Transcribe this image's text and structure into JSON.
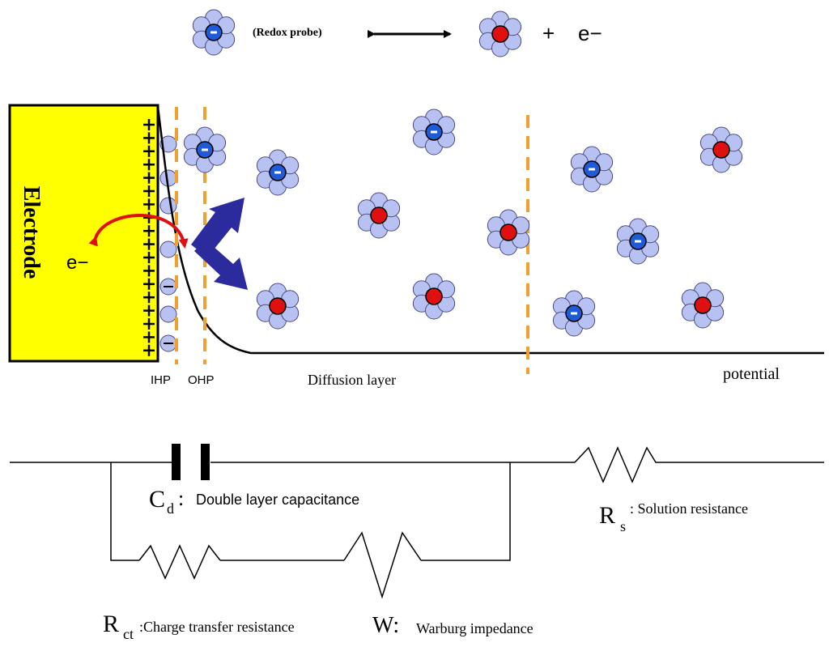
{
  "header": {
    "probe_label": "(Redox probe)",
    "plus_sign": "+",
    "electron": "e−"
  },
  "electrode": {
    "label": "Electrode",
    "electron": "e−"
  },
  "layers": {
    "ihp": "IHP",
    "ohp": "OHP",
    "diffusion": "Diffusion layer",
    "potential": "potential"
  },
  "circuit": {
    "cd_symbol": "C",
    "cd_sub": "d",
    "cd_colon": ":",
    "cd_desc": "Double layer capacitance",
    "rs_symbol": "R",
    "rs_sub": "s",
    "rs_desc": ": Solution resistance",
    "rct_symbol": "R",
    "rct_sub": "ct",
    "rct_desc": ":Charge transfer resistance",
    "w_symbol": "W:",
    "w_desc": "Warburg impedance"
  },
  "colors": {
    "electrode_fill": "#ffff00",
    "probe_ring": "#b8c2f2",
    "reduced_core": "#1f5bd6",
    "oxidized_core": "#e01010",
    "dash_line": "#f0a030",
    "arrow_blue": "#2b2b9e",
    "arrow_red": "#e01010"
  }
}
